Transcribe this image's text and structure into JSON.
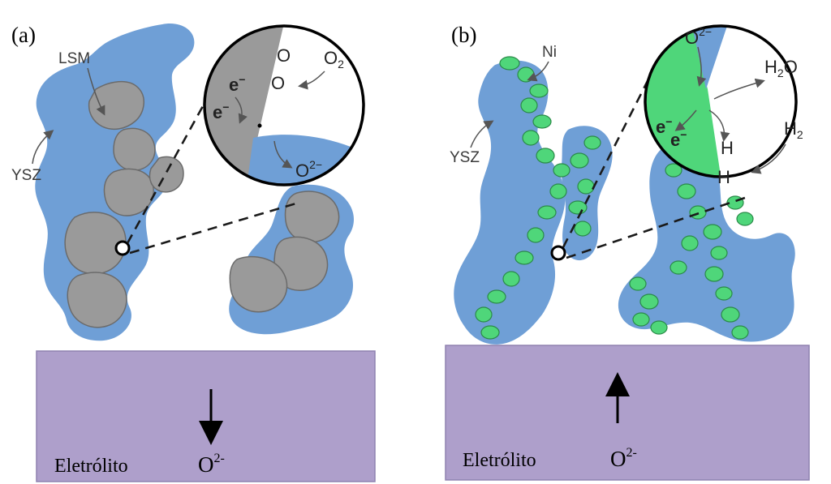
{
  "panel_a": {
    "letter": "(a)",
    "labels": {
      "lsm": "LSM",
      "ysz": "YSZ"
    },
    "zoom": {
      "o2": "O",
      "o2_sub": "2",
      "o_top": "O",
      "o_mid": "O",
      "e1": "e",
      "e2": "e",
      "e_sup": "−",
      "oxide": "O",
      "oxide_sup": "2−"
    },
    "electrolyte": {
      "label": "Eletrólito",
      "ion": "O",
      "ion_sup": "2-",
      "direction": "down"
    }
  },
  "panel_b": {
    "letter": "(b)",
    "labels": {
      "ni": "Ni",
      "ysz": "YSZ"
    },
    "zoom": {
      "oxide": "O",
      "oxide_sup": "2−",
      "h2o": "H",
      "h2o_sub": "2",
      "h2o_tail": "O",
      "h2": "H",
      "h2_sub": "2",
      "h1": "H",
      "h2b": "H",
      "e1": "e",
      "e2": "e",
      "e_sup": "−"
    },
    "electrolyte": {
      "label": "Eletrólito",
      "ion": "O",
      "ion_sup": "2-",
      "direction": "up"
    }
  },
  "colors": {
    "ysz": "#6f9fd6",
    "lsm": "#9a9a9a",
    "ni": "#4fd67a",
    "electrolyte": "#ae9fcb"
  }
}
